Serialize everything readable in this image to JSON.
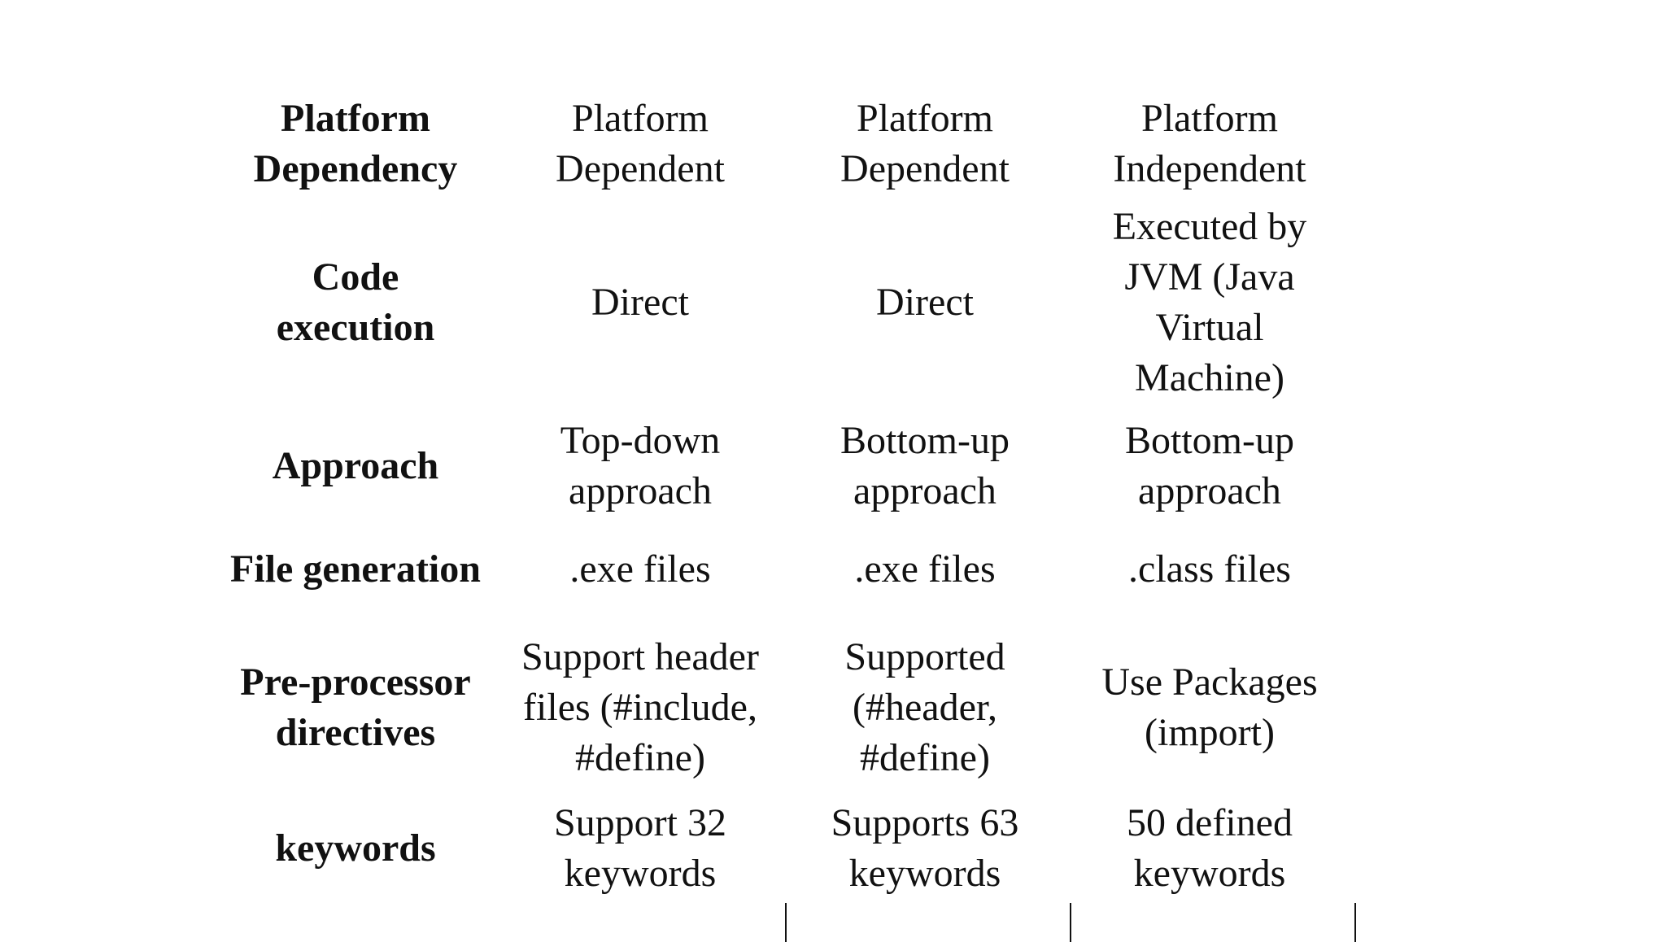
{
  "table": {
    "rows": [
      {
        "label": "Platform\nDependency",
        "cells": [
          "Platform\nDependent",
          "Platform\nDependent",
          "Platform\nIndependent"
        ]
      },
      {
        "label": "Code\nexecution",
        "cells": [
          "Direct",
          "Direct",
          "Executed by\nJVM (Java\nVirtual\nMachine)"
        ]
      },
      {
        "label": "Approach",
        "cells": [
          "Top-down\napproach",
          "Bottom-up\napproach",
          "Bottom-up\napproach"
        ]
      },
      {
        "label": "File generation",
        "cells": [
          ".exe files",
          ".exe files",
          ".class files"
        ]
      },
      {
        "label": "Pre-processor\ndirectives",
        "cells": [
          "Support header\nfiles (#include,\n#define)",
          "Supported\n(#header,\n#define)",
          "Use Packages\n(import)"
        ]
      },
      {
        "label": "keywords",
        "cells": [
          "Support 32\nkeywords",
          "Supports 63\nkeywords",
          "50 defined\nkeywords"
        ]
      }
    ]
  }
}
